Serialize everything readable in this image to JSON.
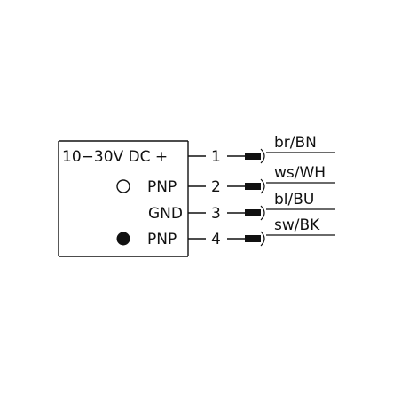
{
  "supply_label": "10−30V  DC +",
  "terminals": [
    {
      "label": "10−30V  DC +",
      "symbol": "",
      "pin": "1",
      "wire": "br/BN"
    },
    {
      "label": "PNP",
      "symbol": "open-circle-icon",
      "pin": "2",
      "wire": "ws/WH"
    },
    {
      "label": "GND",
      "symbol": "",
      "pin": "3",
      "wire": "bl/BU"
    },
    {
      "label": "PNP",
      "symbol": "filled-circle-icon",
      "pin": "4",
      "wire": "sw/BK"
    }
  ],
  "colors": {
    "ink": "#111111",
    "background": "#ffffff"
  }
}
